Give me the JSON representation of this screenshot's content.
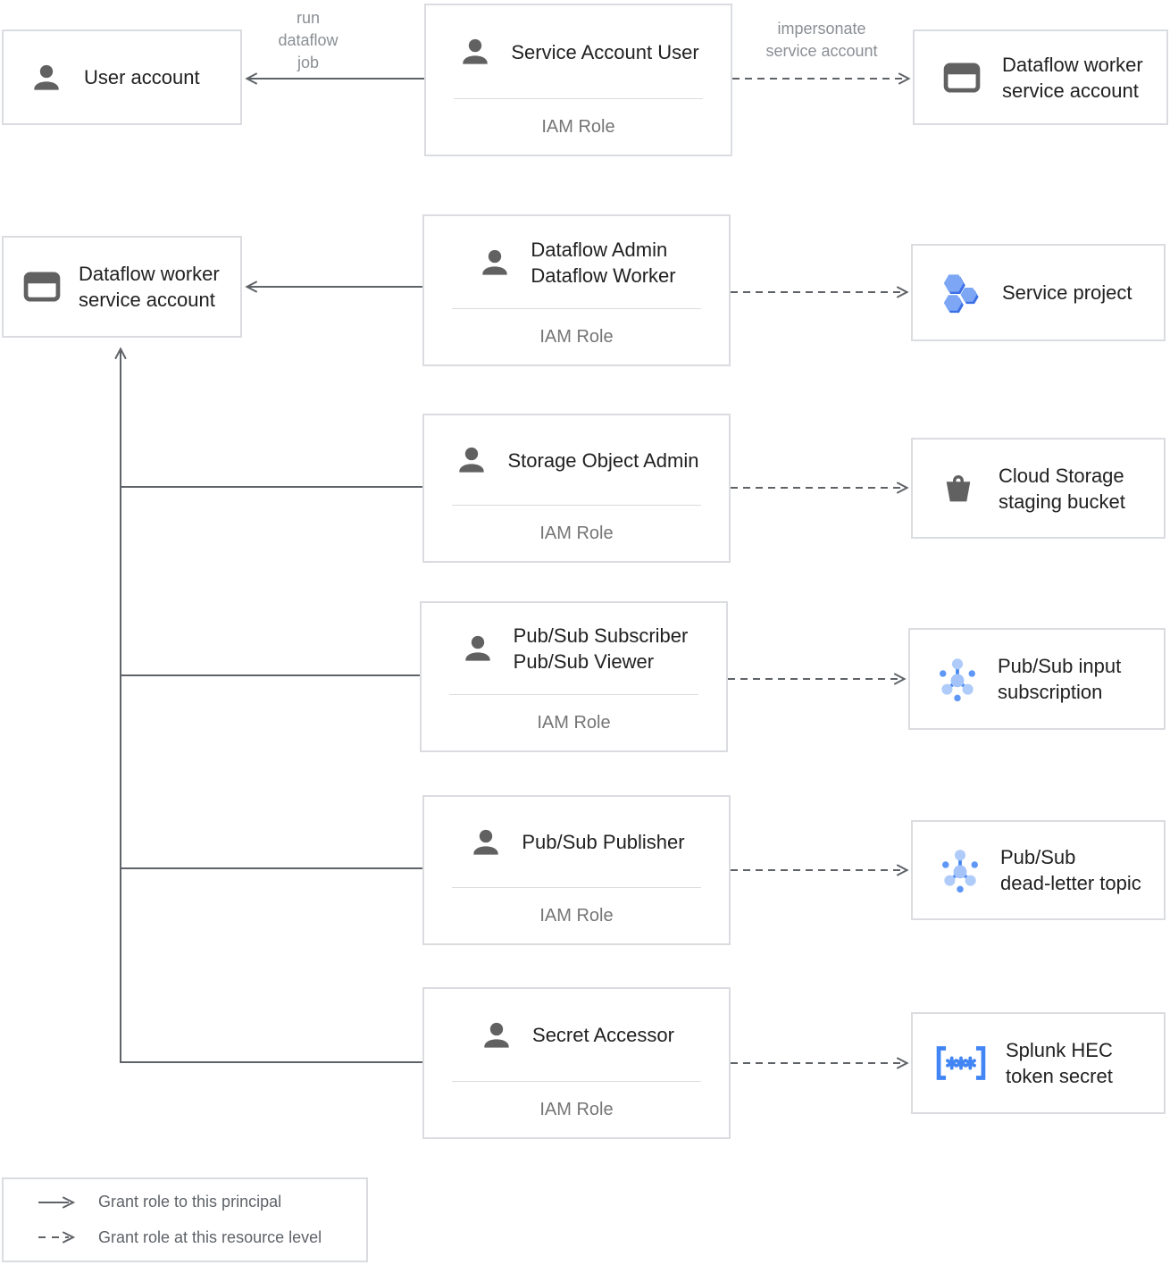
{
  "nodes": {
    "user_account": {
      "label": "User account"
    },
    "service_account_user": {
      "title": "Service Account User",
      "role_label": "IAM Role"
    },
    "dataflow_worker_sa_top": {
      "line1": "Dataflow worker",
      "line2": "service account"
    },
    "dataflow_worker_sa_left": {
      "line1": "Dataflow worker",
      "line2": "service account"
    },
    "dataflow_admin": {
      "line1": "Dataflow Admin",
      "line2": "Dataflow Worker",
      "role_label": "IAM Role"
    },
    "service_project": {
      "label": "Service project"
    },
    "storage_object_admin": {
      "title": "Storage Object Admin",
      "role_label": "IAM Role"
    },
    "cloud_storage_bucket": {
      "line1": "Cloud Storage",
      "line2": "staging bucket"
    },
    "pubsub_subscriber": {
      "line1": "Pub/Sub Subscriber",
      "line2": "Pub/Sub Viewer",
      "role_label": "IAM Role"
    },
    "pubsub_input_subscription": {
      "line1": "Pub/Sub input",
      "line2": "subscription"
    },
    "pubsub_publisher": {
      "title": "Pub/Sub Publisher",
      "role_label": "IAM Role"
    },
    "pubsub_deadletter_topic": {
      "line1": "Pub/Sub",
      "line2": "dead-letter topic"
    },
    "secret_accessor": {
      "title": "Secret Accessor",
      "role_label": "IAM Role"
    },
    "splunk_hec_secret": {
      "line1": "Splunk HEC",
      "line2": "token secret"
    }
  },
  "edge_labels": {
    "run_dataflow_job": {
      "line1": "run",
      "line2": "dataflow",
      "line3": "job"
    },
    "impersonate": {
      "line1": "impersonate",
      "line2": "service account"
    }
  },
  "legend": {
    "solid_label": "Grant role to this principal",
    "dashed_label": "Grant role at this resource level"
  },
  "colors": {
    "accent_blue": "#4285f4",
    "light_blue": "#aecbfa",
    "hex_light_blue": "#7da7f4",
    "hex_dark_blue": "#3c6fe6",
    "icon_gray": "#616161",
    "border_gray": "#dadce0",
    "line_gray": "#5f6368",
    "text_dark": "#212121",
    "text_gray": "#757575",
    "edge_label_gray": "#8a8f94"
  }
}
